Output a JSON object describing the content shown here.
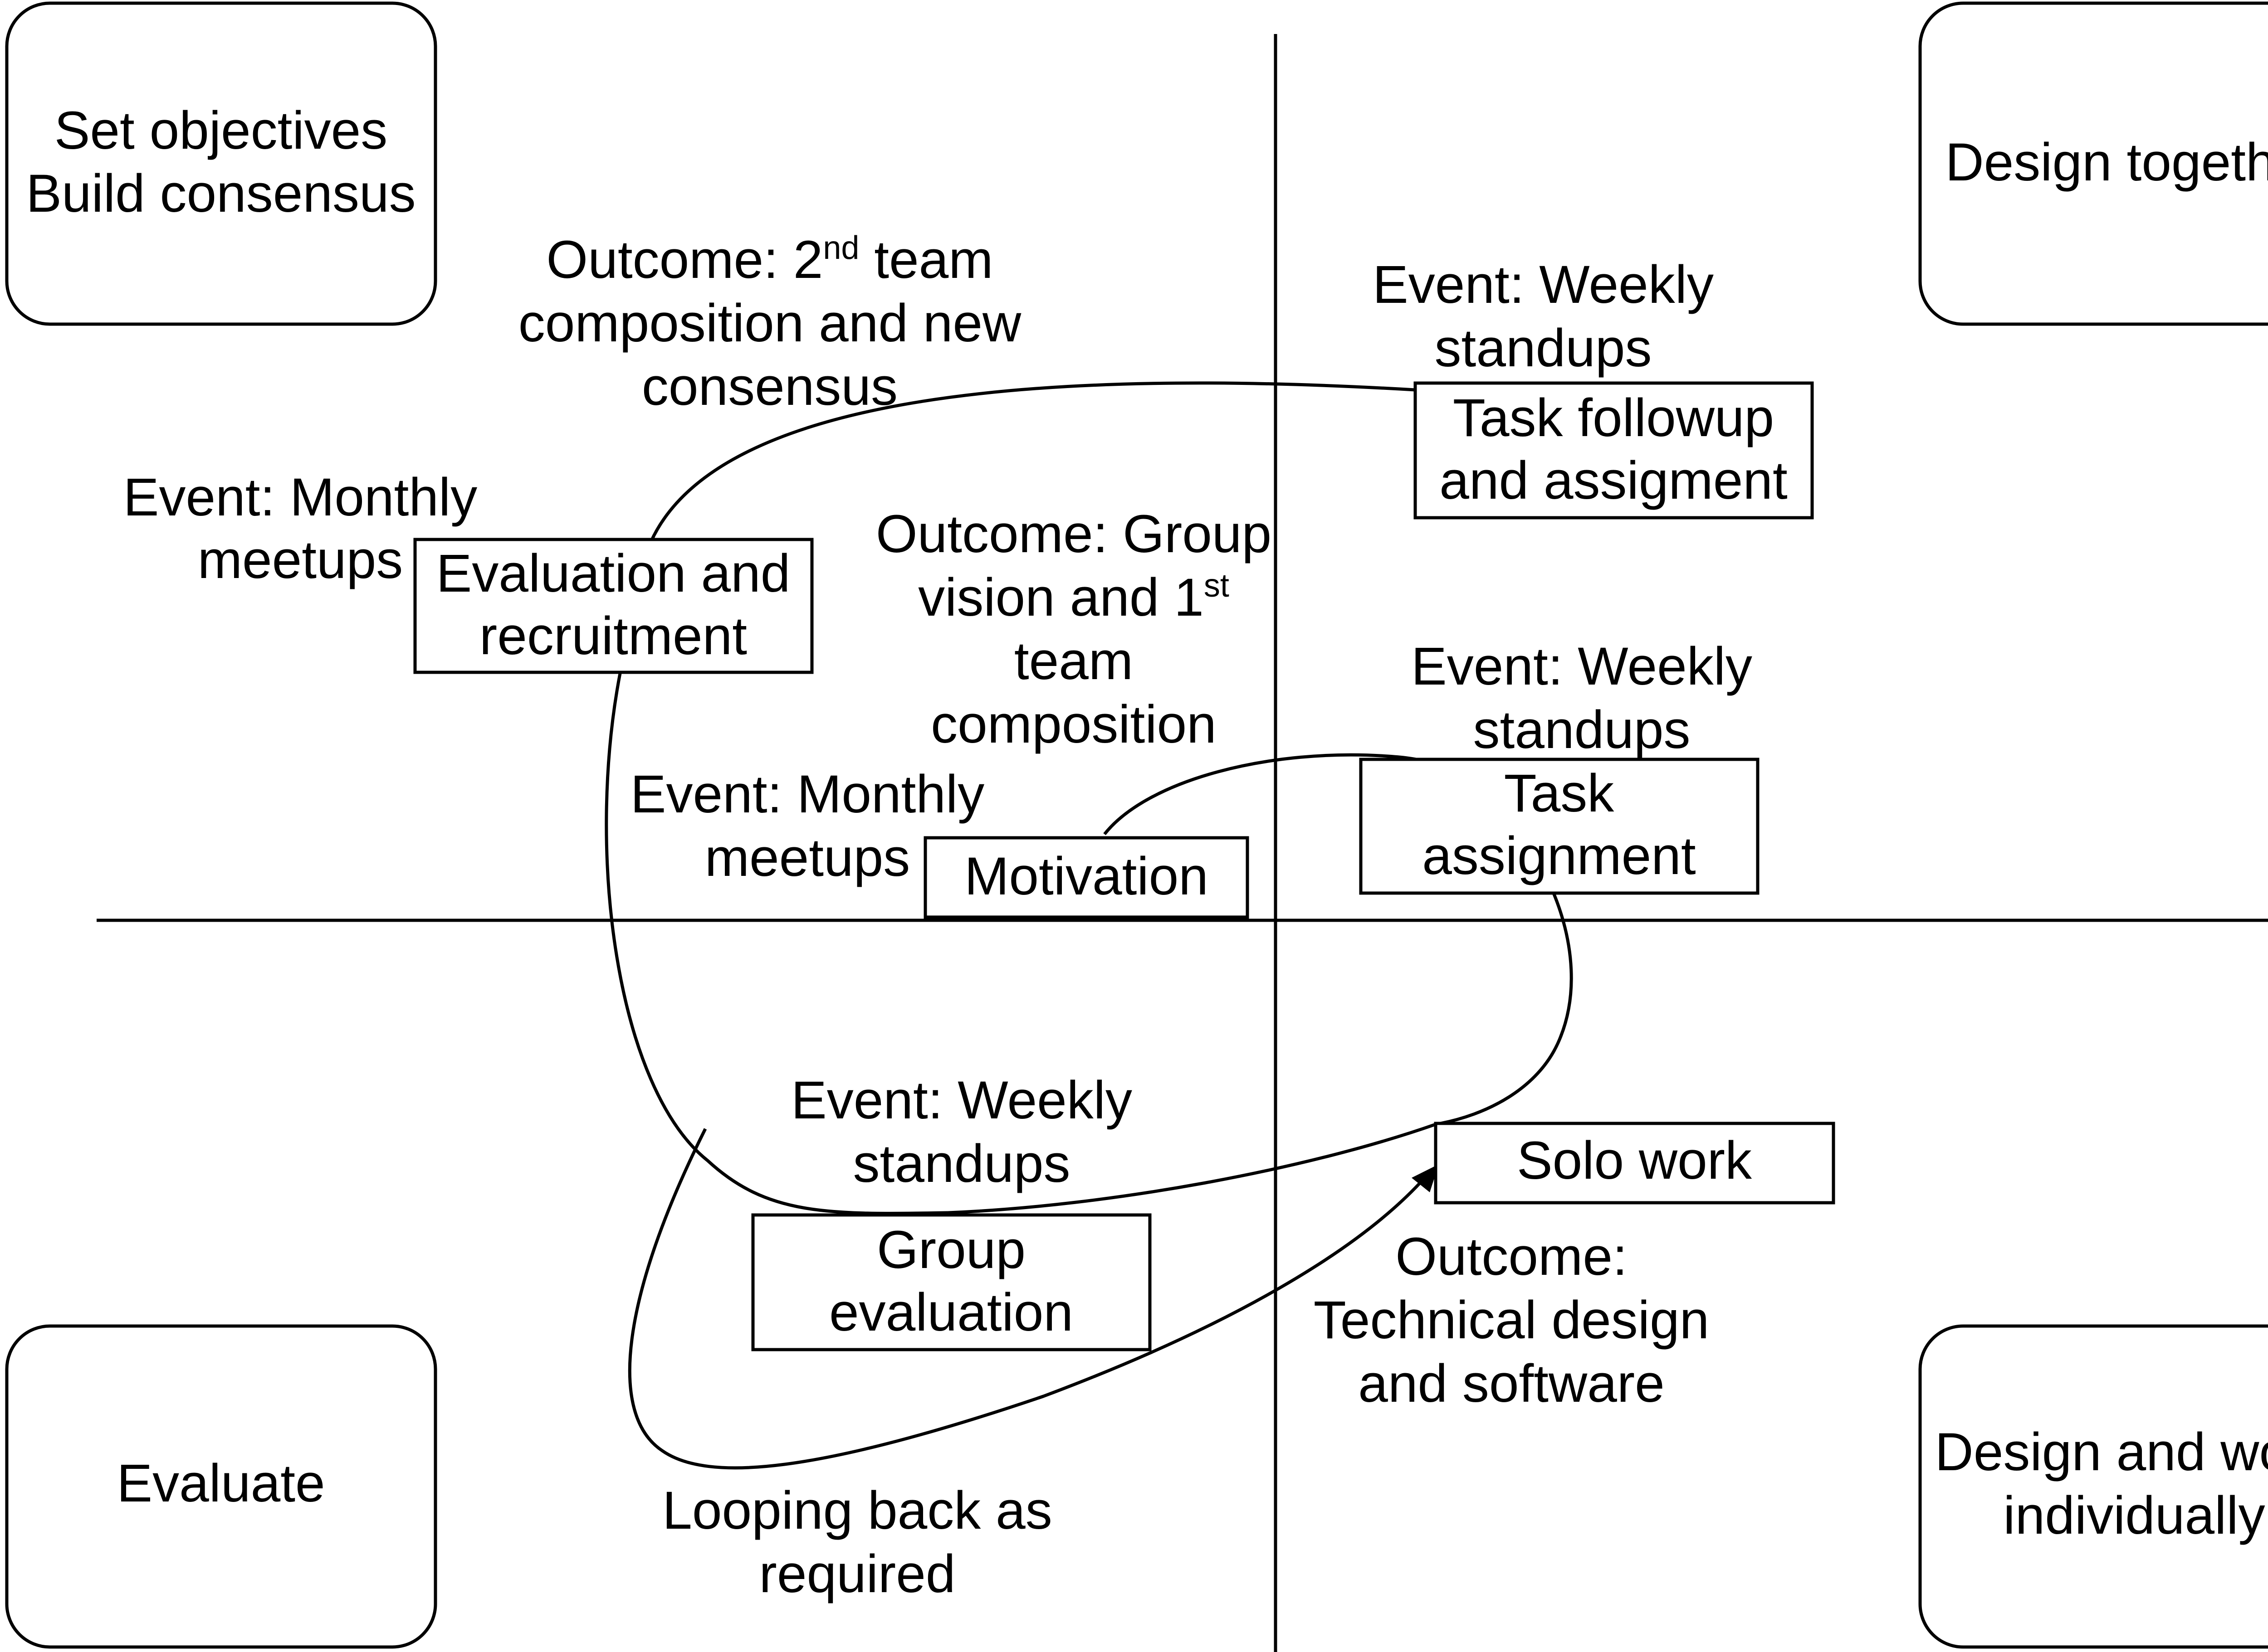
{
  "quadrants": {
    "top_left": [
      "Set objectives",
      "Build consensus"
    ],
    "top_right": [
      "Design together"
    ],
    "bottom_left": [
      "Evaluate"
    ],
    "bottom_right": [
      "Design and work",
      "individually"
    ]
  },
  "activities": {
    "evaluation_recruitment": [
      "Evaluation and",
      "recruitment"
    ],
    "task_followup": [
      "Task followup",
      "and assigment"
    ],
    "motivation": [
      "Motivation"
    ],
    "task_assignment": [
      "Task",
      "assignment"
    ],
    "solo_work": [
      "Solo work"
    ],
    "group_evaluation": [
      "Group",
      "evaluation"
    ]
  },
  "events": {
    "monthly_meetups_1": [
      "Event: Monthly",
      "meetups"
    ],
    "weekly_standups_1": [
      "Event: Weekly",
      "standups"
    ],
    "weekly_standups_2": [
      "Event: Weekly",
      "standups"
    ],
    "monthly_meetups_2": [
      "Event: Monthly",
      "meetups"
    ],
    "weekly_standups_3": [
      "Event: Weekly",
      "standups"
    ]
  },
  "outcomes": {
    "second_team": {
      "line1_pre": "Outcome: 2",
      "line1_sup": "nd",
      "line1_post": " team",
      "line2": "composition and new",
      "line3": "consensus"
    },
    "group_vision": {
      "line1": "Outcome: Group",
      "line2_pre": "vision and 1",
      "line2_sup": "st",
      "line3": "team",
      "line4": "composition"
    },
    "technical_design": [
      "Outcome:",
      "Technical design",
      "and software"
    ]
  },
  "notes": {
    "looping_back": [
      "Looping back as",
      "required"
    ]
  }
}
